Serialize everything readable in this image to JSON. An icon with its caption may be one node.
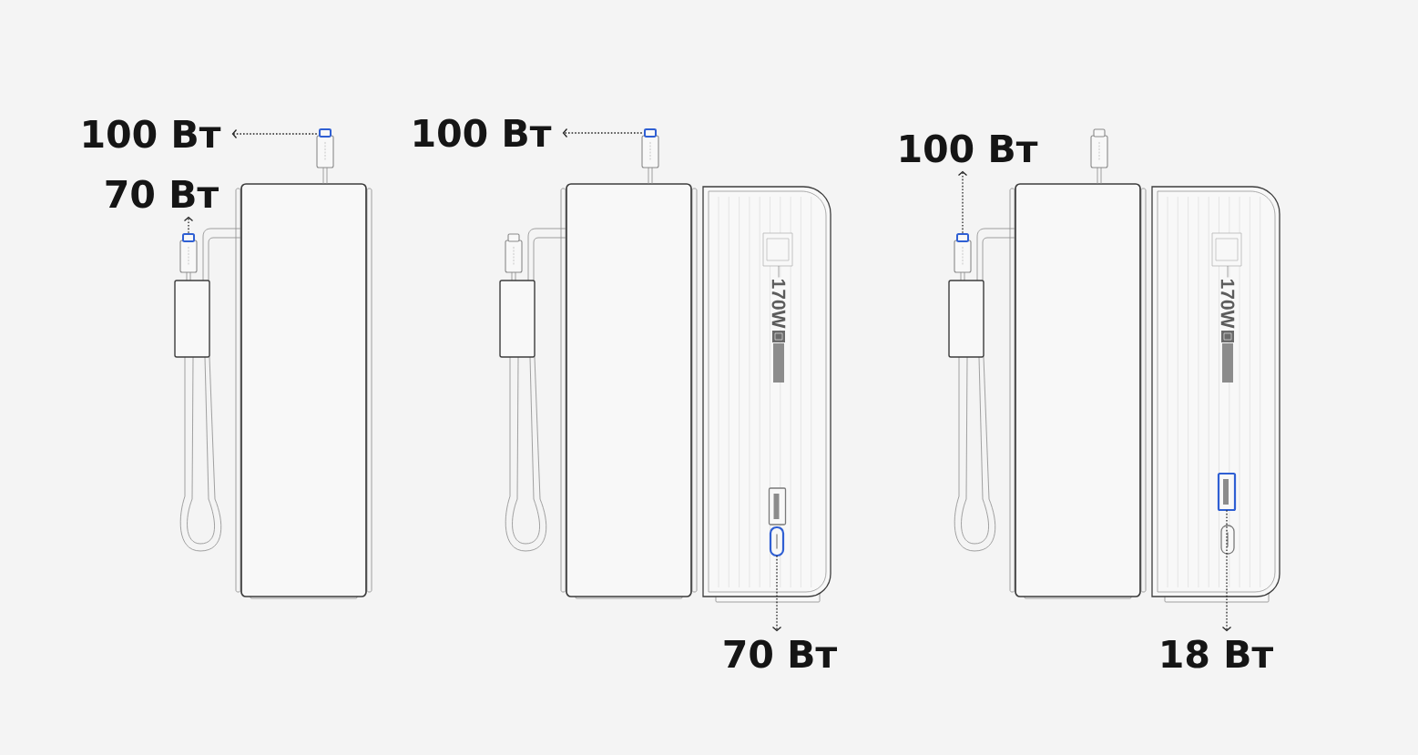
{
  "diagram": {
    "nodes": [
      {
        "text": [
          "100 Вт"
        ]
      },
      {
        "text": [],
        "shape": "plug"
      },
      {
        "text": [
          "70 Вт"
        ]
      },
      {
        "text": [],
        "shape": "plug"
      },
      {
        "text": [
          "100 Вт"
        ]
      },
      {
        "text": [],
        "shape": "plug"
      },
      {
        "text": [],
        "shape": "plug"
      },
      {
        "text": [],
        "shape": "port"
      },
      {
        "text": [],
        "shape": "port"
      },
      {
        "text": [
          "70 Вт"
        ]
      },
      {
        "text": [
          "100 Вт"
        ]
      },
      {
        "text": [],
        "shape": "plug"
      },
      {
        "text": [],
        "shape": "plug"
      },
      {
        "text": [],
        "shape": "port"
      },
      {
        "text": [],
        "shape": "port"
      },
      {
        "text": [
          "18 Вт"
        ]
      }
    ],
    "edges": [
      {
        "from": 1,
        "to": 0,
        "arrow": "to"
      },
      {
        "from": 3,
        "to": 2,
        "arrow": "to"
      },
      {
        "from": 5,
        "to": 4,
        "arrow": "to"
      },
      {
        "from": 8,
        "to": 9,
        "arrow": "to"
      },
      {
        "from": 12,
        "to": 10,
        "arrow": "to"
      },
      {
        "from": 13,
        "to": 15,
        "arrow": "to"
      }
    ],
    "labels": [
      "170W",
      "170W"
    ]
  }
}
